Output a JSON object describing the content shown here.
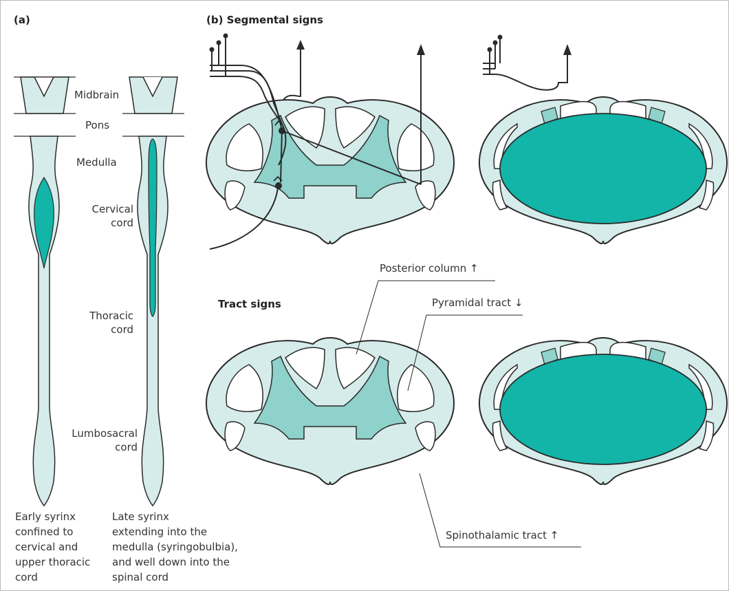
{
  "panel_a": {
    "label": "(a)",
    "levels": [
      "Midbrain",
      "Pons",
      "Medulla",
      "Cervical\ncord",
      "Thoracic\ncord",
      "Lumbosacral\ncord"
    ],
    "caption_early": "Early syrinx\nconfined to\ncervical and\nupper thoracic\ncord",
    "caption_late": "Late syrinx\nextending into the\nmedulla (syringobulbia),\nand well down into the\nspinal cord"
  },
  "panel_b": {
    "label": "(b) Segmental signs",
    "tract_heading": "Tract signs",
    "tracts": {
      "posterior_column": "Posterior column ↑",
      "pyramidal_tract": "Pyramidal tract ↓",
      "spinothalamic_tract": "Spinothalamic tract ↑"
    }
  },
  "colors": {
    "pale_tissue": "#d6ecea",
    "grey_matter": "#8fd1cb",
    "syrinx": "#12b5a8",
    "outline": "#2a2a2a"
  }
}
